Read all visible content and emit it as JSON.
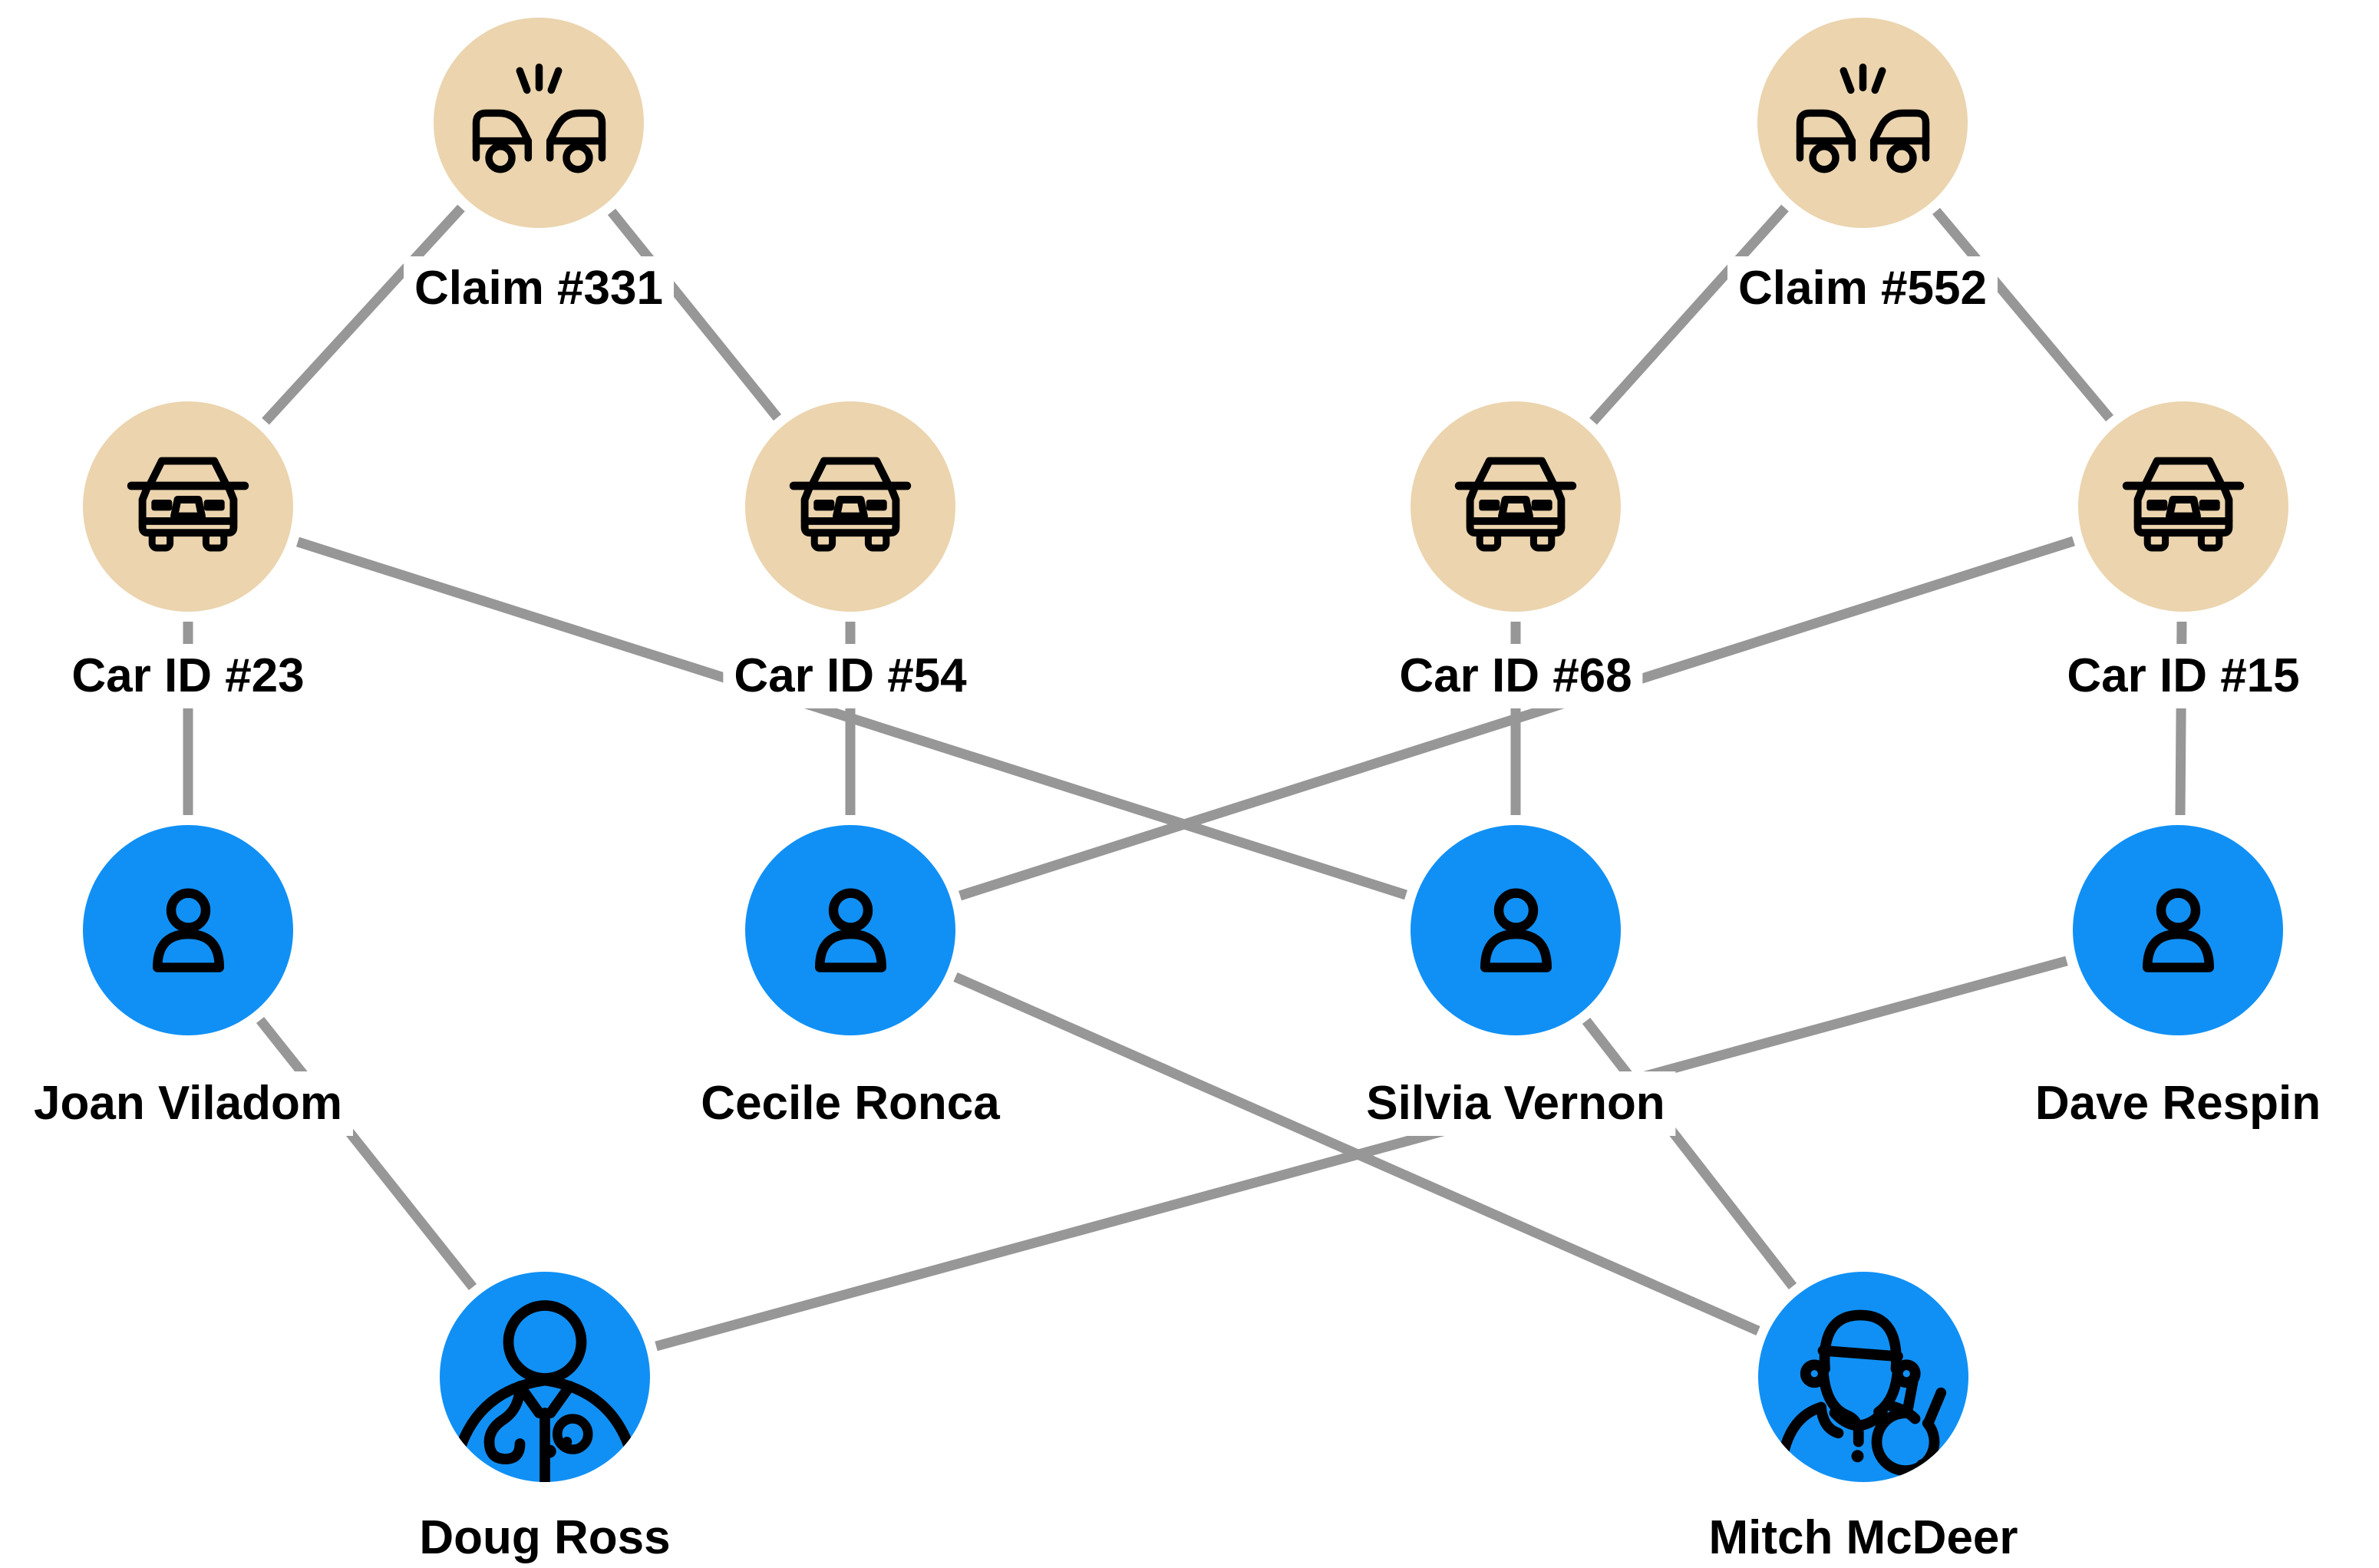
{
  "graph": {
    "description": "Insurance fraud ring network diagram linking claims, cars, people and service providers",
    "nodes": [
      {
        "id": "claim-331",
        "type": "claim",
        "label": "Claim #331",
        "icon": "car-crash-icon"
      },
      {
        "id": "claim-552",
        "type": "claim",
        "label": "Claim #552",
        "icon": "car-crash-icon"
      },
      {
        "id": "car-23",
        "type": "car",
        "label": "Car ID #23",
        "icon": "car-front-icon"
      },
      {
        "id": "car-54",
        "type": "car",
        "label": "Car ID #54",
        "icon": "car-front-icon"
      },
      {
        "id": "car-68",
        "type": "car",
        "label": "Car ID #68",
        "icon": "car-front-icon"
      },
      {
        "id": "car-15",
        "type": "car",
        "label": "Car ID #15",
        "icon": "car-front-icon"
      },
      {
        "id": "joan-viladom",
        "type": "person",
        "label": "Joan Viladom",
        "icon": "person-icon"
      },
      {
        "id": "cecile-ronca",
        "type": "person",
        "label": "Cecile Ronca",
        "icon": "person-icon"
      },
      {
        "id": "silvia-vernon",
        "type": "person",
        "label": "Silvia Vernon",
        "icon": "person-icon"
      },
      {
        "id": "dave-respin",
        "type": "person",
        "label": "Dave Respin",
        "icon": "person-icon"
      },
      {
        "id": "doug-ross",
        "type": "doctor",
        "label": "Doug Ross",
        "icon": "doctor-icon"
      },
      {
        "id": "mitch-mcdeer",
        "type": "mechanic",
        "label": "Mitch McDeer",
        "icon": "mechanic-icon"
      }
    ],
    "edges": [
      {
        "from": "claim-331",
        "to": "car-23"
      },
      {
        "from": "claim-331",
        "to": "car-54"
      },
      {
        "from": "claim-552",
        "to": "car-68"
      },
      {
        "from": "claim-552",
        "to": "car-15"
      },
      {
        "from": "car-23",
        "to": "joan-viladom"
      },
      {
        "from": "car-54",
        "to": "cecile-ronca"
      },
      {
        "from": "car-68",
        "to": "silvia-vernon"
      },
      {
        "from": "car-15",
        "to": "dave-respin"
      },
      {
        "from": "car-23",
        "to": "silvia-vernon"
      },
      {
        "from": "car-15",
        "to": "cecile-ronca"
      },
      {
        "from": "joan-viladom",
        "to": "doug-ross"
      },
      {
        "from": "cecile-ronca",
        "to": "mitch-mcdeer"
      },
      {
        "from": "silvia-vernon",
        "to": "mitch-mcdeer"
      },
      {
        "from": "dave-respin",
        "to": "doug-ross"
      }
    ],
    "colors": {
      "claim_node": "#EBD4AE",
      "car_node": "#EBD4AE",
      "person_node": "#1090F5",
      "edge": "#979797",
      "icon_stroke": "#000000",
      "label_text": "#000000",
      "background": "#FFFFFF"
    }
  }
}
